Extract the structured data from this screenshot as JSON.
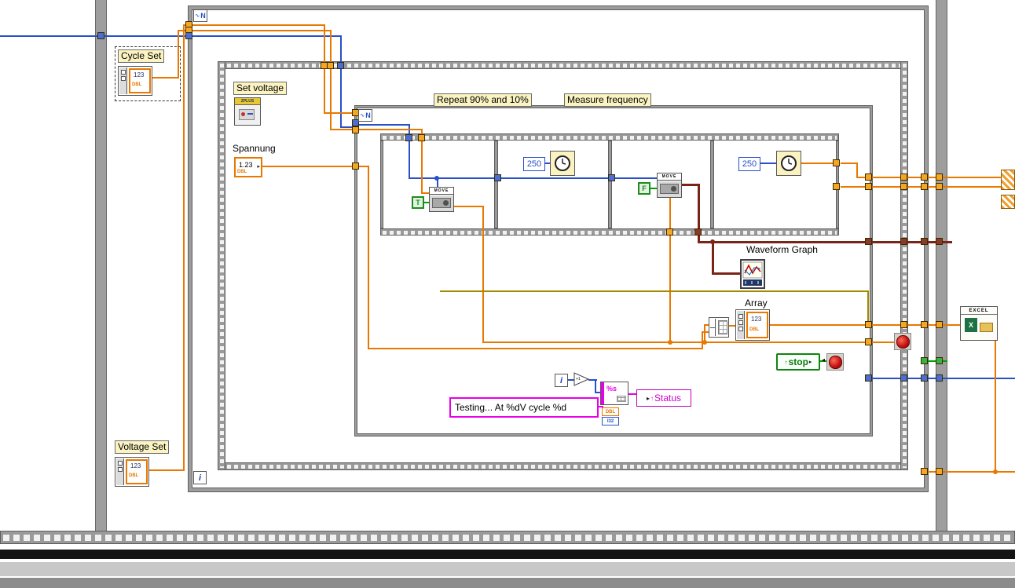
{
  "window": {
    "background": "#FFFFFF"
  },
  "colors": {
    "wire_dbl_orange": "#E87800",
    "wire_int_blue": "#2850C8",
    "wire_bool_green": "#00A000",
    "wire_string_pink": "#E800E8",
    "wire_waveform_maroon": "#7A2418",
    "wire_error_olive": "#A08A00",
    "structure_gray": "#9C9C9C",
    "free_label_bg": "#FBF4C2",
    "stop_button_red": "#C01010"
  },
  "labels": {
    "cycle_set": "Cycle Set",
    "set_voltage": "Set voltage",
    "spannung": "Spannung",
    "repeat_note": "Repeat 90% and 10%",
    "measure_note": "Measure frequency",
    "waveform_graph": "Waveform Graph",
    "array": "Array",
    "voltage_set": "Voltage Set"
  },
  "constants": {
    "wait_ms_1": "250",
    "wait_ms_2": "250",
    "bool_true": "T",
    "bool_false": "F",
    "format_string": "Testing... At %dV cycle %d"
  },
  "terminals": {
    "iteration": "i",
    "count": "N",
    "stop_label": "stop",
    "status_label": "Status"
  },
  "nodes": {
    "move_label": "MOVE",
    "excel_label": "EXCEL",
    "set_voltage_banner": "ZPLUS",
    "format_glyph": "%s",
    "increment_label": "+1",
    "numeric_display": "1.23",
    "array_display": "123",
    "dbl_tag": "DBL",
    "i32_tag": "I32"
  },
  "glyphs": {
    "arrow_up": "↑",
    "arrow_right": "▸",
    "latch": "◂",
    "wave": "∿",
    "x_logo": "X"
  }
}
